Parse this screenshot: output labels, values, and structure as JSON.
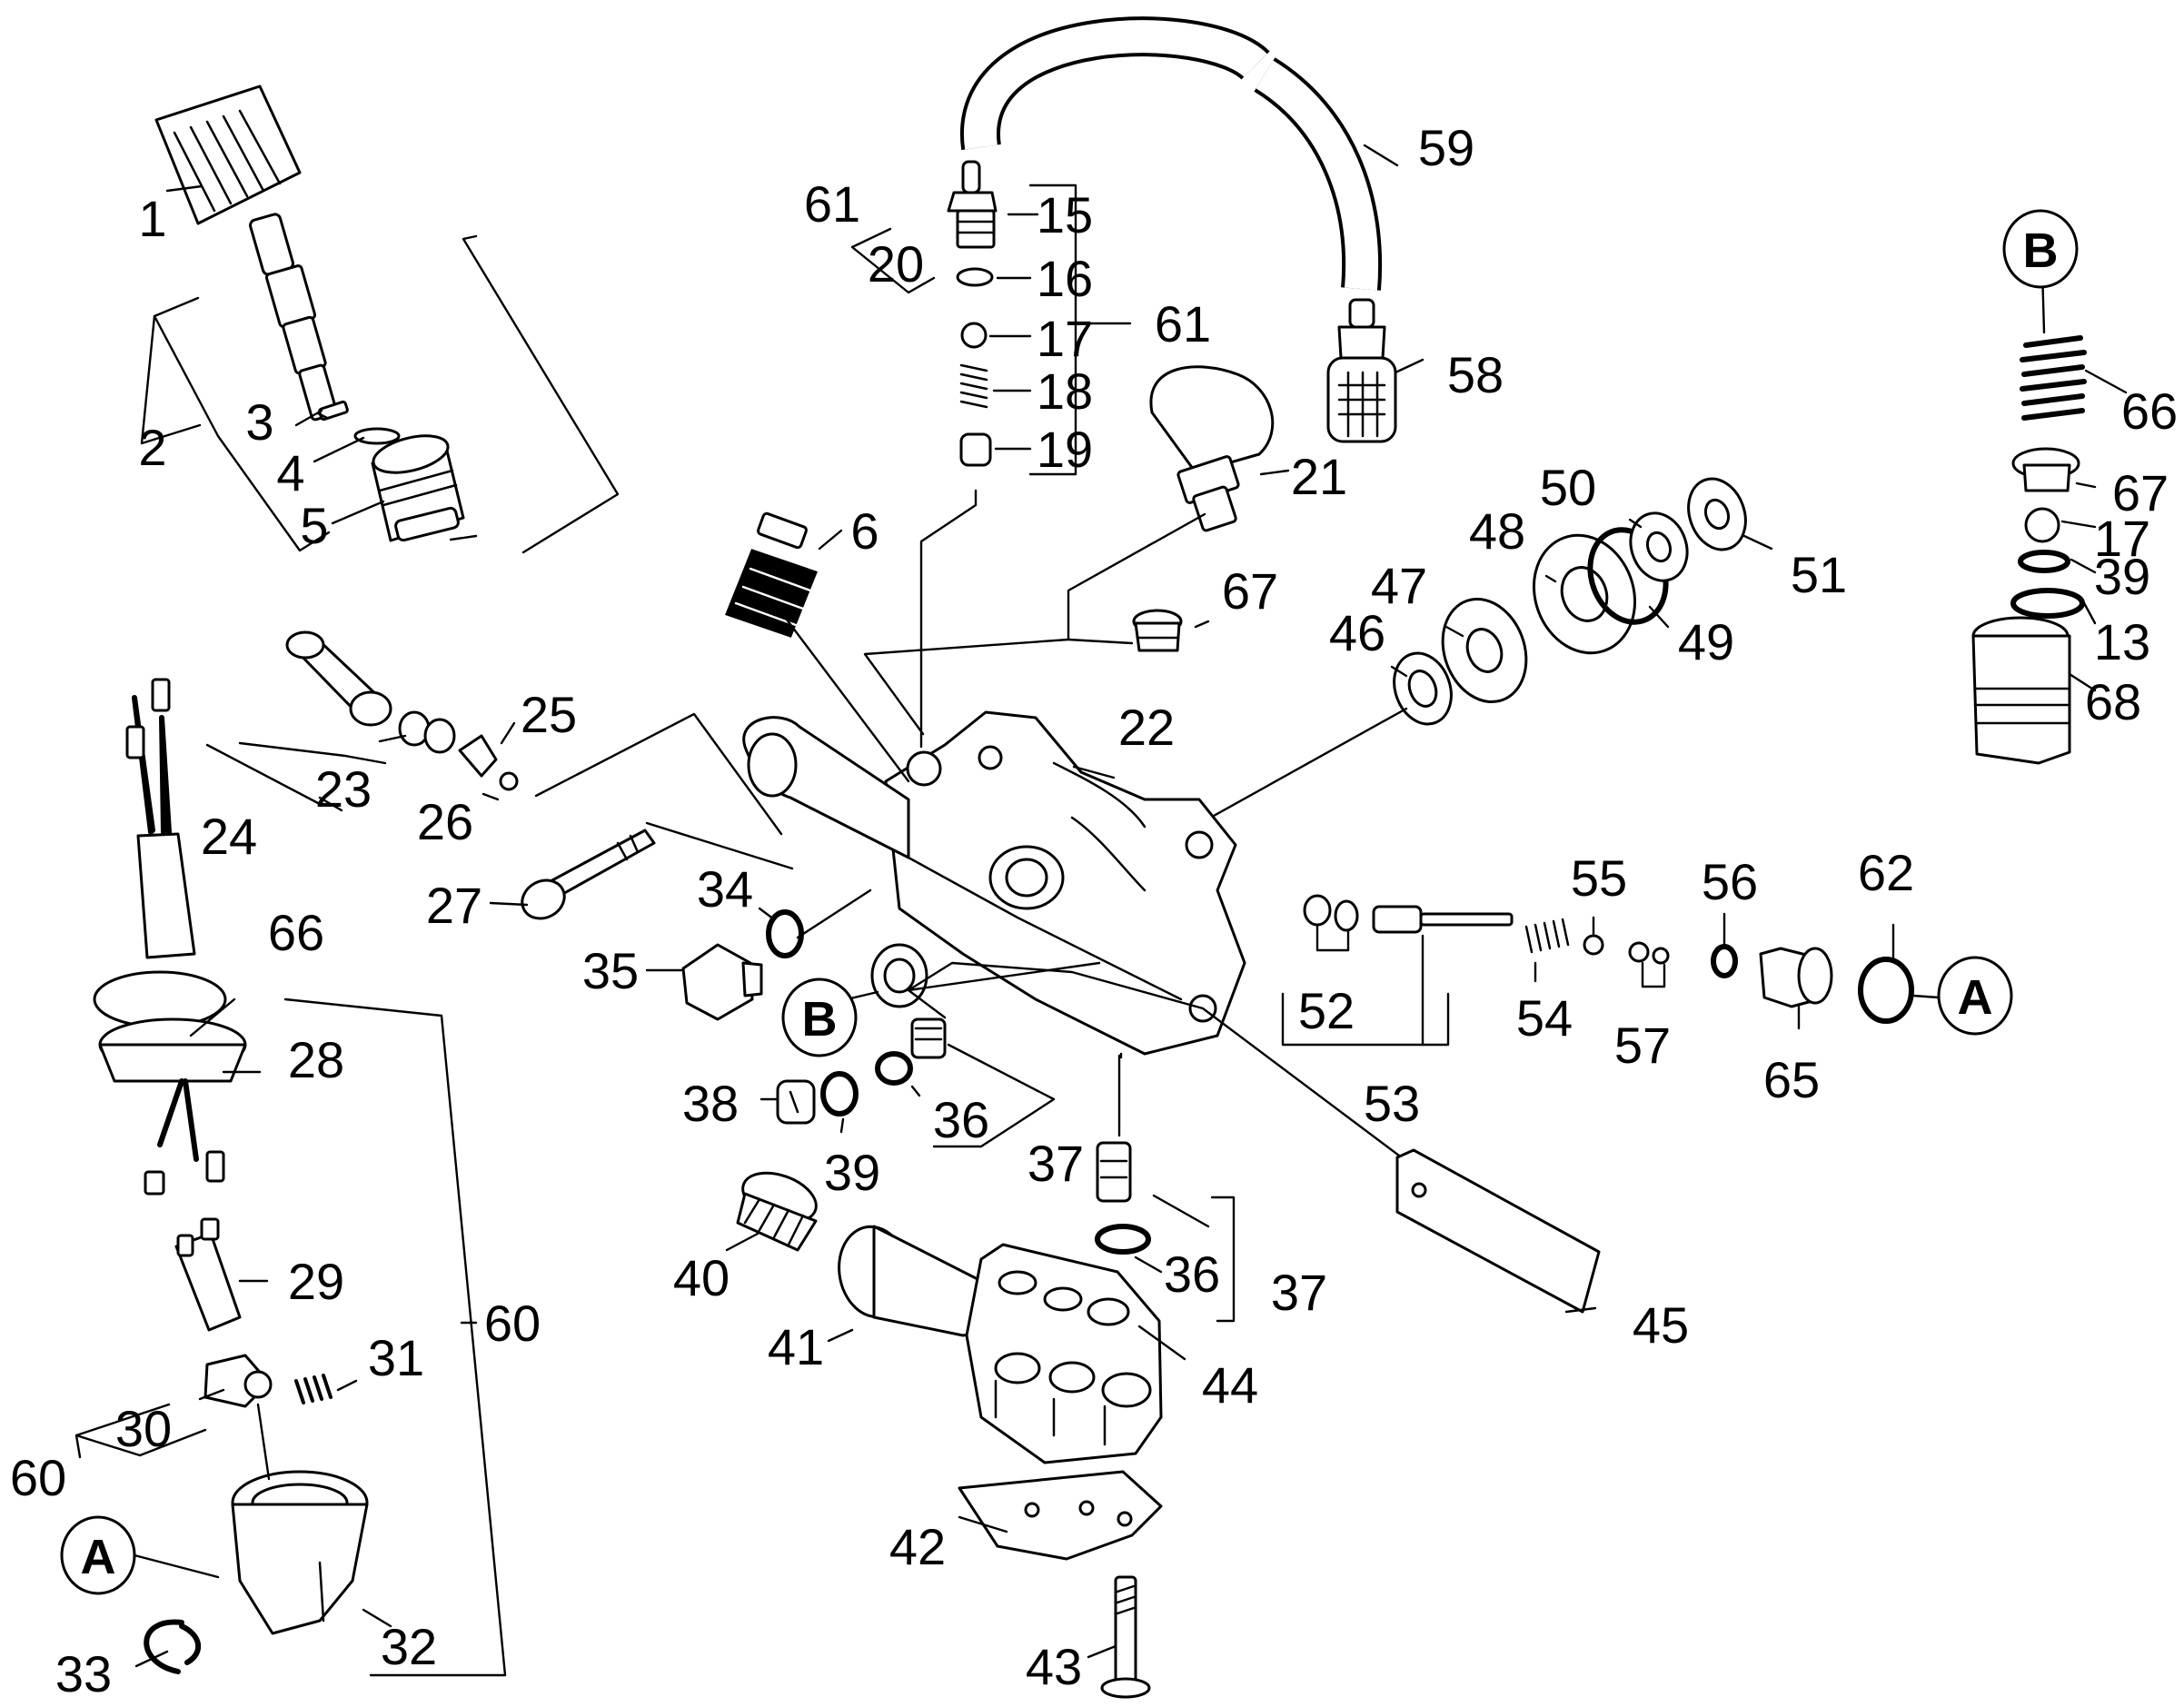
{
  "diagram": {
    "callouts": [
      {
        "id": "c1",
        "text": "1"
      },
      {
        "id": "c2",
        "text": "2"
      },
      {
        "id": "c3",
        "text": "3"
      },
      {
        "id": "c4",
        "text": "4"
      },
      {
        "id": "c5",
        "text": "5"
      },
      {
        "id": "c6",
        "text": "6"
      },
      {
        "id": "c13",
        "text": "13"
      },
      {
        "id": "c15",
        "text": "15"
      },
      {
        "id": "c16",
        "text": "16"
      },
      {
        "id": "c17a",
        "text": "17"
      },
      {
        "id": "c17b",
        "text": "17"
      },
      {
        "id": "c18",
        "text": "18"
      },
      {
        "id": "c19",
        "text": "19"
      },
      {
        "id": "c20",
        "text": "20"
      },
      {
        "id": "c21",
        "text": "21"
      },
      {
        "id": "c22",
        "text": "22"
      },
      {
        "id": "c23",
        "text": "23"
      },
      {
        "id": "c24",
        "text": "24"
      },
      {
        "id": "c25",
        "text": "25"
      },
      {
        "id": "c26",
        "text": "26"
      },
      {
        "id": "c27",
        "text": "27"
      },
      {
        "id": "c28",
        "text": "28"
      },
      {
        "id": "c29",
        "text": "29"
      },
      {
        "id": "c30",
        "text": "30"
      },
      {
        "id": "c31",
        "text": "31"
      },
      {
        "id": "c32",
        "text": "32"
      },
      {
        "id": "c33",
        "text": "33"
      },
      {
        "id": "c34",
        "text": "34"
      },
      {
        "id": "c35",
        "text": "35"
      },
      {
        "id": "c36a",
        "text": "36"
      },
      {
        "id": "c36b",
        "text": "36"
      },
      {
        "id": "c37a",
        "text": "37"
      },
      {
        "id": "c37b",
        "text": "37"
      },
      {
        "id": "c38",
        "text": "38"
      },
      {
        "id": "c39a",
        "text": "39"
      },
      {
        "id": "c39b",
        "text": "39"
      },
      {
        "id": "c40",
        "text": "40"
      },
      {
        "id": "c41",
        "text": "41"
      },
      {
        "id": "c42",
        "text": "42"
      },
      {
        "id": "c43",
        "text": "43"
      },
      {
        "id": "c44",
        "text": "44"
      },
      {
        "id": "c45",
        "text": "45"
      },
      {
        "id": "c46",
        "text": "46"
      },
      {
        "id": "c47",
        "text": "47"
      },
      {
        "id": "c48",
        "text": "48"
      },
      {
        "id": "c49",
        "text": "49"
      },
      {
        "id": "c50",
        "text": "50"
      },
      {
        "id": "c51",
        "text": "51"
      },
      {
        "id": "c52",
        "text": "52"
      },
      {
        "id": "c53",
        "text": "53"
      },
      {
        "id": "c54",
        "text": "54"
      },
      {
        "id": "c55",
        "text": "55"
      },
      {
        "id": "c56",
        "text": "56"
      },
      {
        "id": "c57",
        "text": "57"
      },
      {
        "id": "c58",
        "text": "58"
      },
      {
        "id": "c59",
        "text": "59"
      },
      {
        "id": "c60a",
        "text": "60"
      },
      {
        "id": "c60b",
        "text": "60"
      },
      {
        "id": "c61a",
        "text": "61"
      },
      {
        "id": "c61b",
        "text": "61"
      },
      {
        "id": "c62",
        "text": "62"
      },
      {
        "id": "c65",
        "text": "65"
      },
      {
        "id": "c66a",
        "text": "66"
      },
      {
        "id": "c66b",
        "text": "66"
      },
      {
        "id": "c67a",
        "text": "67"
      },
      {
        "id": "c67b",
        "text": "67"
      },
      {
        "id": "c68",
        "text": "68"
      }
    ],
    "refs": {
      "a_left": "A",
      "a_right": "A",
      "b_top": "B",
      "b_mid": "B"
    }
  }
}
